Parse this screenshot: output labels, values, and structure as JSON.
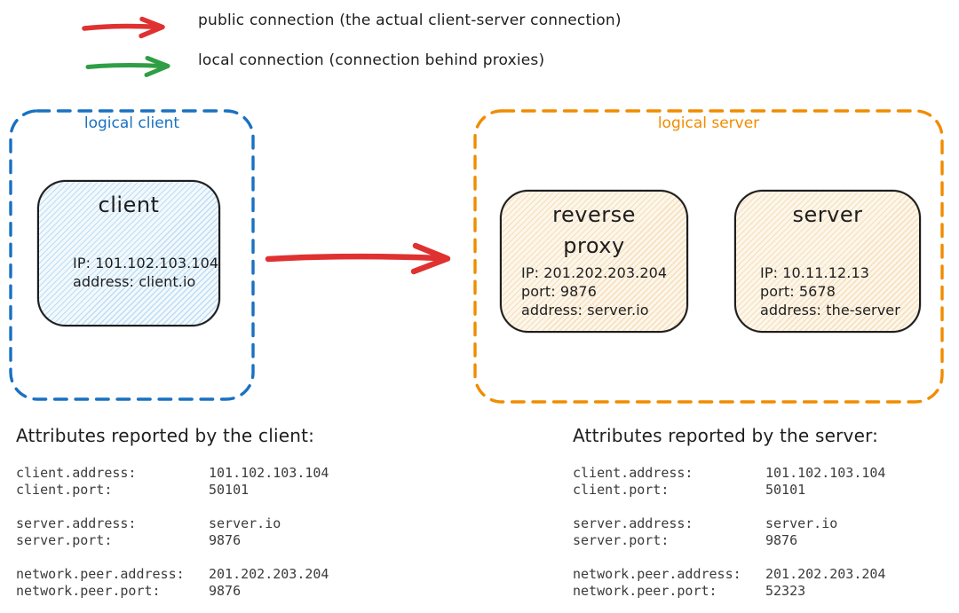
{
  "legend": {
    "public": {
      "label": "public connection (the actual client-server connection)",
      "color": "#e03131"
    },
    "local": {
      "label": "local connection (connection behind proxies)",
      "color": "#2f9e44"
    }
  },
  "logical_client": {
    "label": "logical client",
    "accent": "#1971c2",
    "client_node": {
      "title": "client",
      "ip": "IP: 101.102.103.104",
      "address": "address: client.io"
    }
  },
  "logical_server": {
    "label": "logical server",
    "accent": "#f08c00",
    "reverse_proxy_node": {
      "title_line1": "reverse",
      "title_line2": "proxy",
      "ip": "IP: 201.202.203.204",
      "port": "port: 9876",
      "address": "address: server.io"
    },
    "server_node": {
      "title": "server",
      "ip": "IP: 10.11.12.13",
      "port": "port: 5678",
      "address": "address: the-server"
    }
  },
  "client_attributes": {
    "heading": "Attributes reported by the client:",
    "groups": [
      {
        "rows": [
          {
            "key": "client.address:",
            "value": "101.102.103.104"
          },
          {
            "key": "client.port:",
            "value": "50101"
          }
        ]
      },
      {
        "rows": [
          {
            "key": "server.address:",
            "value": "server.io"
          },
          {
            "key": "server.port:",
            "value": "9876"
          }
        ]
      },
      {
        "rows": [
          {
            "key": "network.peer.address:",
            "value": "201.202.203.204"
          },
          {
            "key": "network.peer.port:",
            "value": "9876"
          }
        ]
      }
    ]
  },
  "server_attributes": {
    "heading": "Attributes reported by the server:",
    "groups": [
      {
        "rows": [
          {
            "key": "client.address:",
            "value": "101.102.103.104"
          },
          {
            "key": "client.port:",
            "value": "50101"
          }
        ]
      },
      {
        "rows": [
          {
            "key": "server.address:",
            "value": "server.io"
          },
          {
            "key": "server.port:",
            "value": "9876"
          }
        ]
      },
      {
        "rows": [
          {
            "key": "network.peer.address:",
            "value": "201.202.203.204"
          },
          {
            "key": "network.peer.port:",
            "value": "52323"
          }
        ]
      }
    ]
  }
}
